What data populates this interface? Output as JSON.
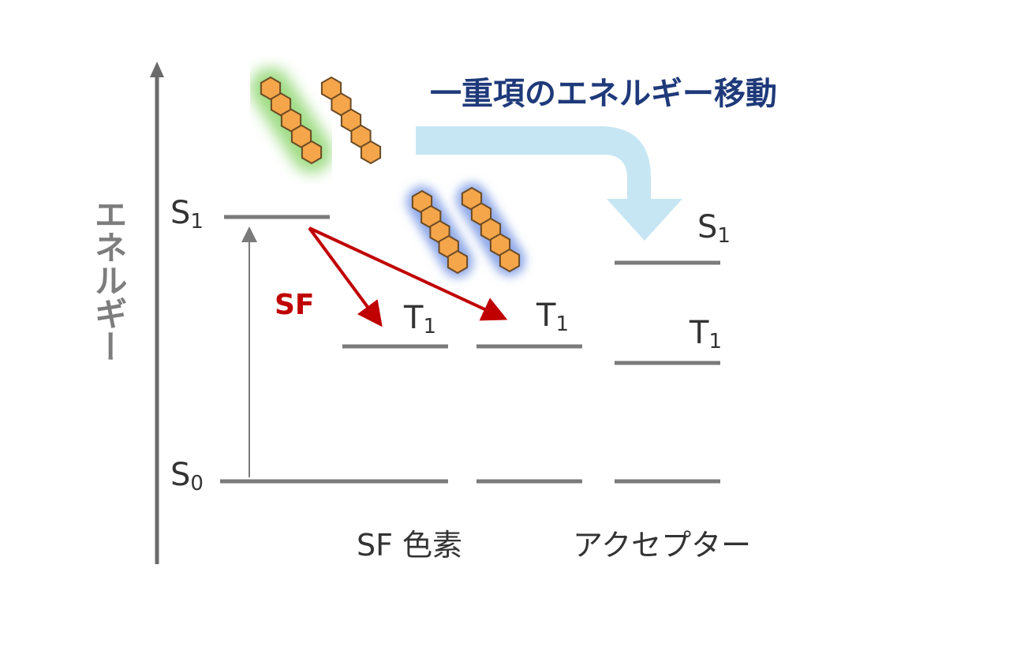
{
  "title": "一重項のエネルギー移動",
  "y_axis_label": "エネルギー",
  "process_label": "SF",
  "categories": [
    "SF 色素",
    "アクセプター"
  ],
  "states": {
    "S0": {
      "base": "S",
      "sub": "0"
    },
    "S1": {
      "base": "S",
      "sub": "1"
    },
    "T1": {
      "base": "T",
      "sub": "1"
    }
  },
  "colors": {
    "axis": "#6b6b6b",
    "level": "#7a7a7a",
    "arrow_red": "#c00000",
    "transfer_arrow": "#c7e6f3",
    "title": "#1f3a7a",
    "molecule_fill": "#f5a54a",
    "molecule_stroke": "#6b4b25",
    "glow_green": "#9fdc84",
    "glow_blue": "#8fa9e8"
  },
  "icons": [
    "pentacene-molecule-icon"
  ]
}
